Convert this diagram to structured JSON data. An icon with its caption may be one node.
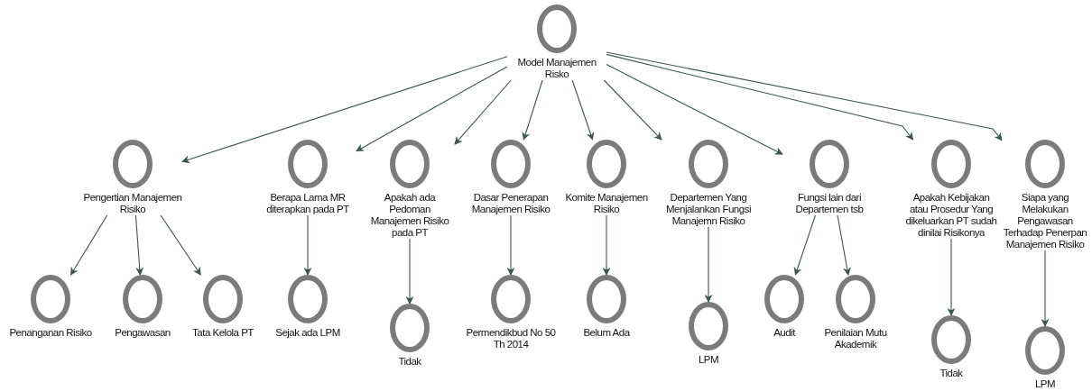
{
  "diagram": {
    "nodes": [
      {
        "text": [
          "Model Manajemen Risko"
        ]
      },
      {
        "text": [
          "Pengertian Manajemen Risiko"
        ]
      },
      {
        "text": [
          "Berapa Lama MR diterapkan pada PT"
        ]
      },
      {
        "text": [
          "Apakah ada Pedoman Manajemen Risiko pada PT"
        ]
      },
      {
        "text": [
          "Dasar Penerapan Manajemen Risiko"
        ]
      },
      {
        "text": [
          "Komite Manajemen Risiko"
        ]
      },
      {
        "text": [
          "Departemen Yang Menjalankan Fungsi Manajemn Risiko"
        ]
      },
      {
        "text": [
          "Fungsi lain dari Departemen tsb"
        ]
      },
      {
        "text": [
          "Apakah Kebijakan atau Prosedur Yang dikeluarkan PT sudah dinilai Risikonya"
        ]
      },
      {
        "text": [
          "Siapa yang Melakukan Pengawasan Terhadap Penerpan Manajemen Risiko"
        ]
      },
      {
        "text": [
          "Penanganan Risiko"
        ]
      },
      {
        "text": [
          "Pengawasan"
        ]
      },
      {
        "text": [
          "Tata Kelola PT"
        ]
      },
      {
        "text": [
          "Sejak ada LPM"
        ]
      },
      {
        "text": [
          "Tidak"
        ]
      },
      {
        "text": [
          "Permendikbud No 50 Th 2014"
        ]
      },
      {
        "text": [
          "Belum Ada"
        ]
      },
      {
        "text": [
          "LPM"
        ]
      },
      {
        "text": [
          "Audit"
        ]
      },
      {
        "text": [
          "Penilaian Mutu Akademik"
        ]
      },
      {
        "text": [
          "Tidak"
        ]
      },
      {
        "text": [
          "LPM"
        ]
      }
    ],
    "edges": [
      {
        "from": 0,
        "to": 1,
        "arrow": "to"
      },
      {
        "from": 0,
        "to": 2,
        "arrow": "to"
      },
      {
        "from": 0,
        "to": 3,
        "arrow": "to"
      },
      {
        "from": 0,
        "to": 4,
        "arrow": "to"
      },
      {
        "from": 0,
        "to": 5,
        "arrow": "to"
      },
      {
        "from": 0,
        "to": 6,
        "arrow": "to"
      },
      {
        "from": 0,
        "to": 7,
        "arrow": "to"
      },
      {
        "from": 0,
        "to": 8,
        "arrow": "to"
      },
      {
        "from": 0,
        "to": 9,
        "arrow": "to"
      },
      {
        "from": 1,
        "to": 10,
        "arrow": "to"
      },
      {
        "from": 1,
        "to": 11,
        "arrow": "to"
      },
      {
        "from": 1,
        "to": 12,
        "arrow": "to"
      },
      {
        "from": 2,
        "to": 13,
        "arrow": "to"
      },
      {
        "from": 3,
        "to": 14,
        "arrow": "to"
      },
      {
        "from": 4,
        "to": 15,
        "arrow": "to"
      },
      {
        "from": 5,
        "to": 16,
        "arrow": "to"
      },
      {
        "from": 6,
        "to": 17,
        "arrow": "to"
      },
      {
        "from": 7,
        "to": 18,
        "arrow": "to"
      },
      {
        "from": 7,
        "to": 19,
        "arrow": "to"
      },
      {
        "from": 8,
        "to": 20,
        "arrow": "to"
      },
      {
        "from": 9,
        "to": 21,
        "arrow": "to"
      }
    ]
  }
}
